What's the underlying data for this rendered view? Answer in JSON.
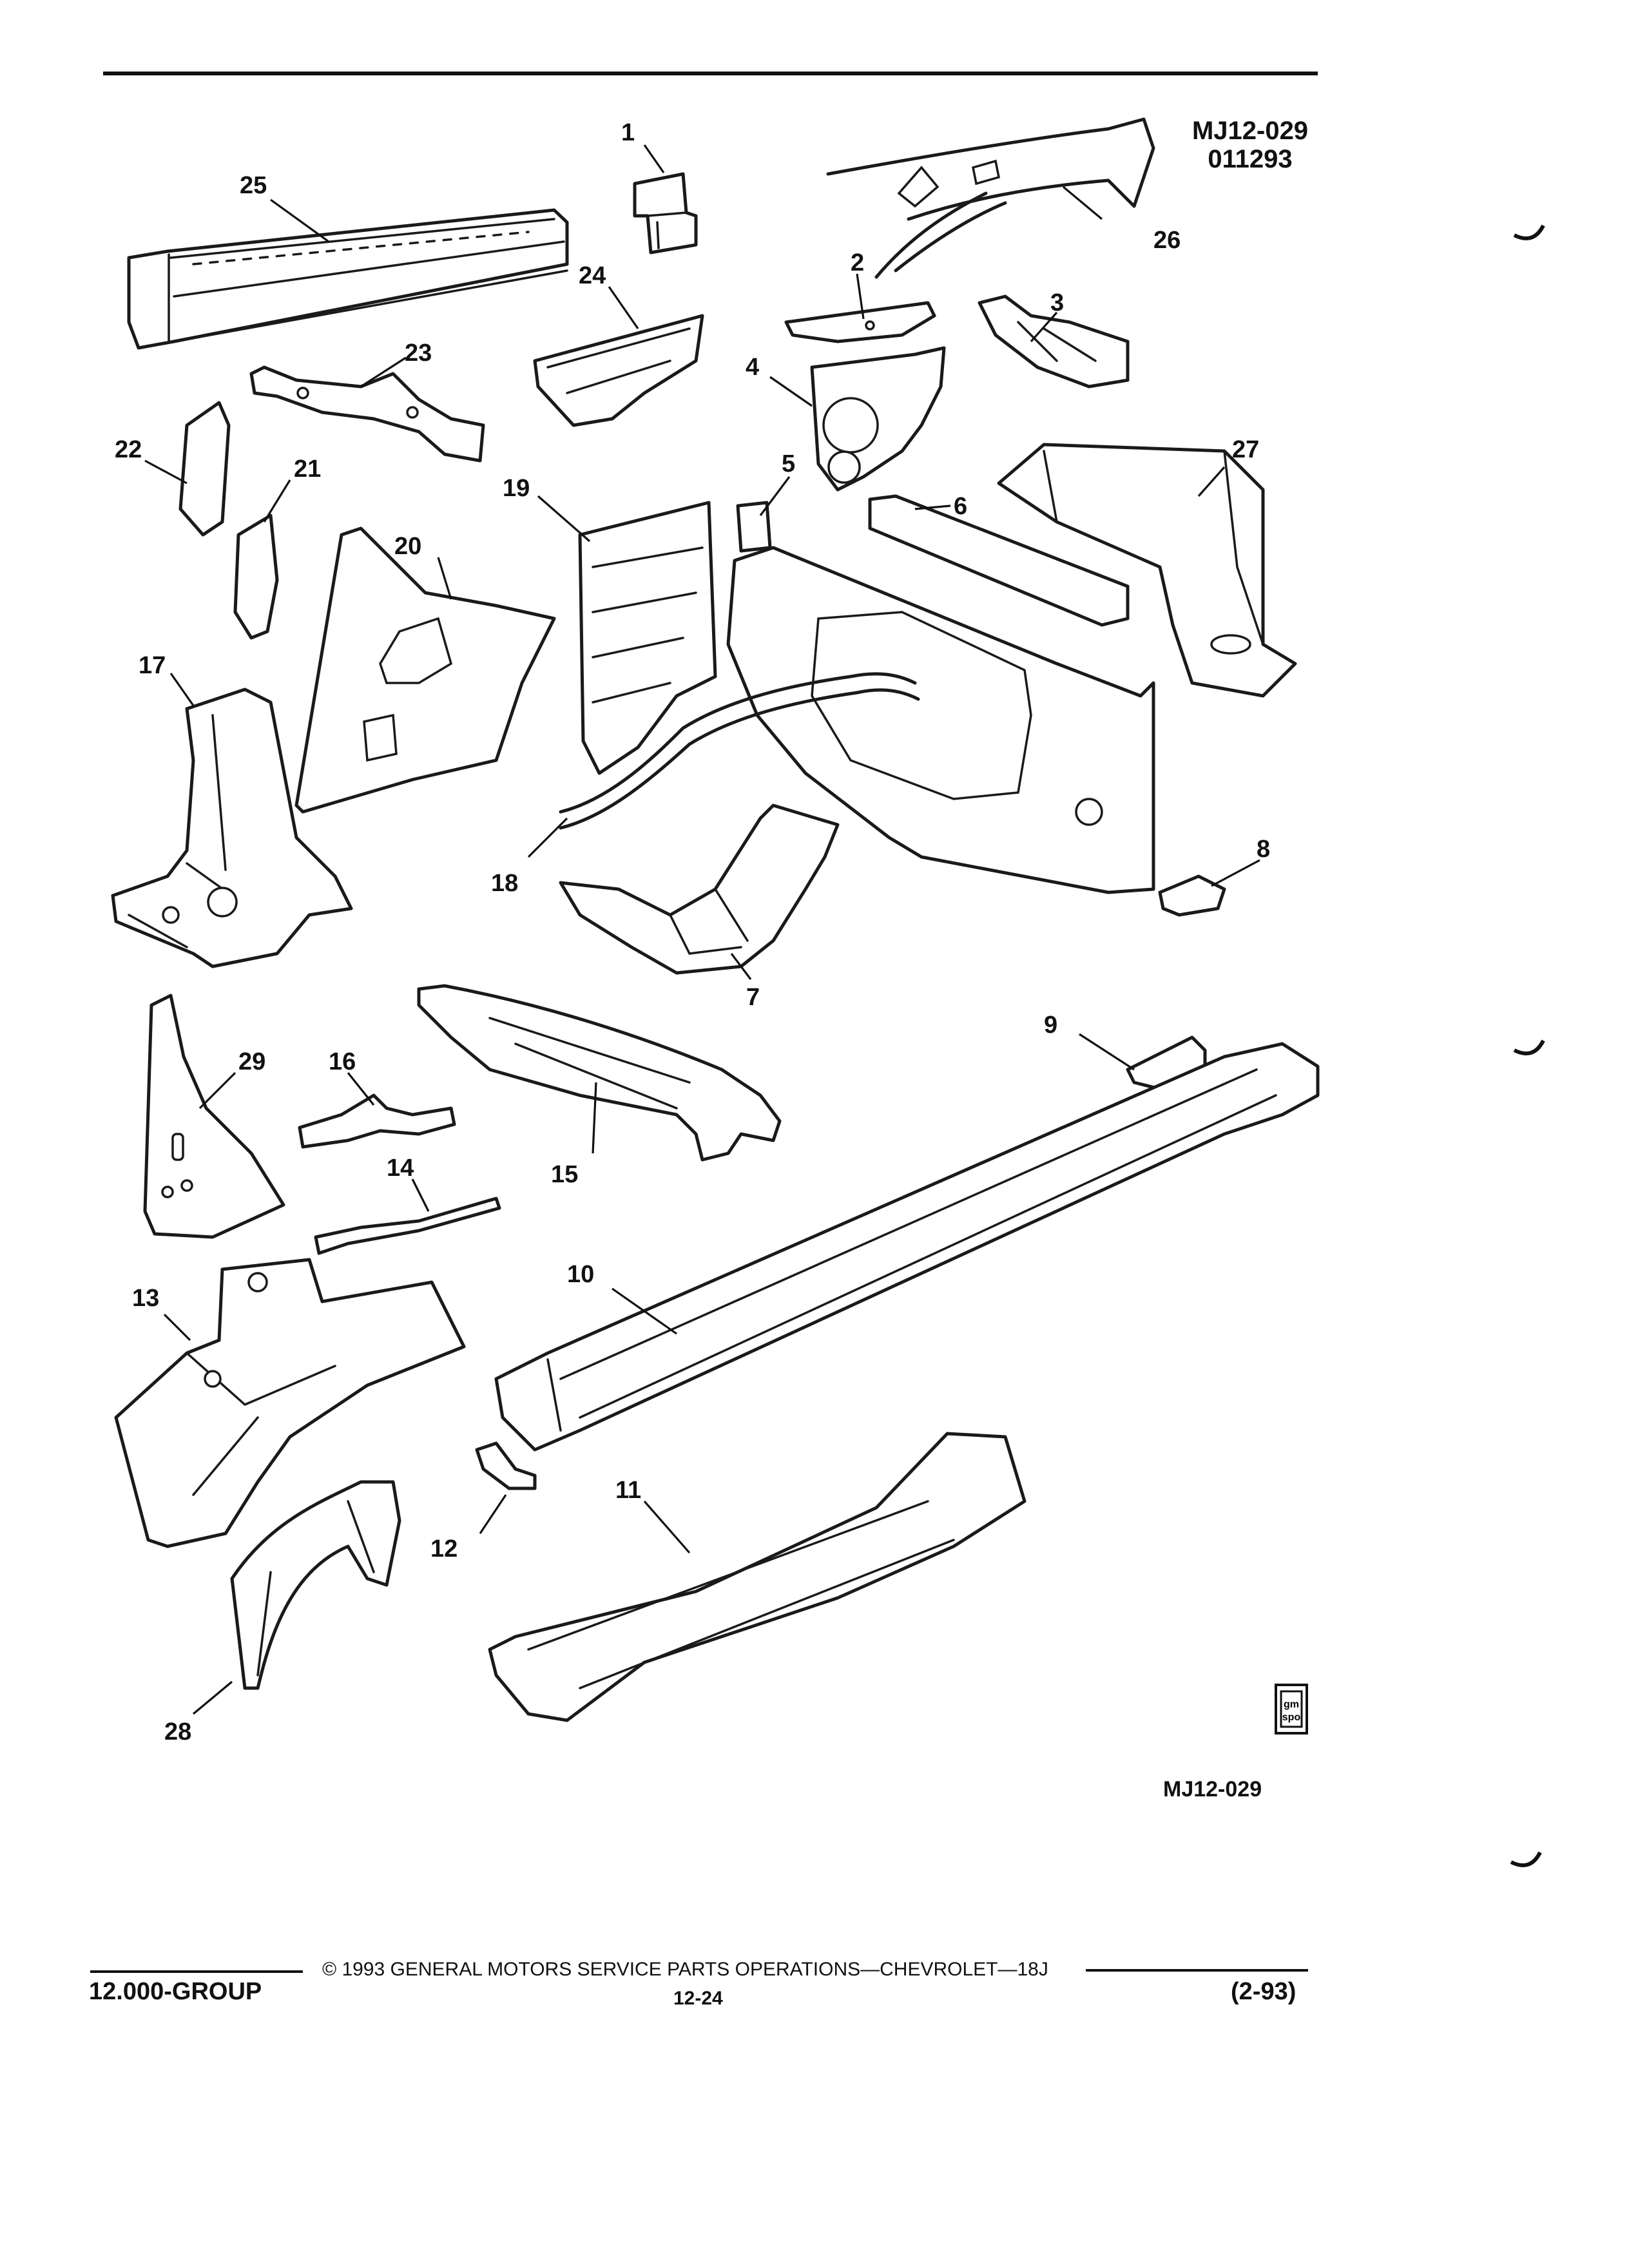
{
  "header": {
    "figure_code": "MJ12-029",
    "figure_date": "011293"
  },
  "figure_label": "MJ12-029",
  "badge": {
    "line1": "gm",
    "line2": "spo",
    "icon": "gm-spo-icon"
  },
  "footer": {
    "copyright": "©  1993  GENERAL MOTORS SERVICE PARTS OPERATIONS—CHEVROLET—18J",
    "group": "12.000-GROUP",
    "page": "12-24",
    "revision": "(2-93)"
  },
  "callouts": [
    "1",
    "2",
    "3",
    "4",
    "5",
    "6",
    "7",
    "8",
    "9",
    "10",
    "11",
    "12",
    "13",
    "14",
    "15",
    "16",
    "17",
    "18",
    "19",
    "20",
    "21",
    "22",
    "23",
    "24",
    "25",
    "26",
    "27",
    "28",
    "29"
  ]
}
